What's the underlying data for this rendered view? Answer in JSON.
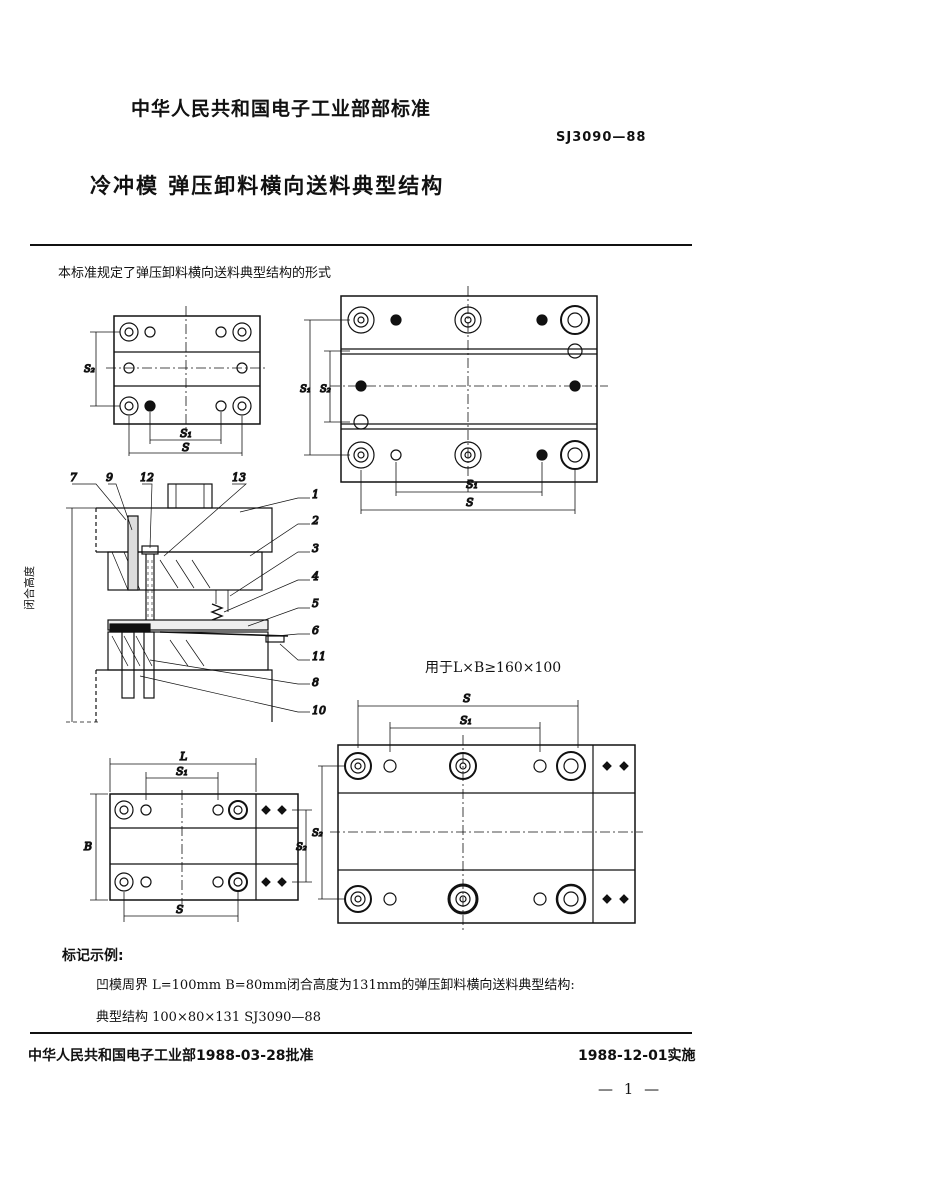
{
  "header": {
    "ministry": "中华人民共和国电子工业部部标准",
    "standard_no": "SJ3090—88",
    "title": "冷冲模   弹压卸料横向送料典型结构"
  },
  "intro": "本标准规定了弹压卸料横向送料典型结构的形式",
  "figure": {
    "part_labels": [
      "7",
      "9",
      "12",
      "13",
      "1",
      "2",
      "3",
      "4",
      "5",
      "6",
      "11",
      "8",
      "10"
    ],
    "side_note": "闭合高度",
    "dim_labels": {
      "S1": "S₁",
      "S": "S",
      "S2": "S₂",
      "L": "L",
      "B": "B"
    },
    "note": "用于L×B≥160×100"
  },
  "example": {
    "heading": "标记示例:",
    "line1": "凹模周界 L=100mm B=80mm闭合高度为131mm的弹压卸料横向送料典型结构:",
    "line2": "典型结构   100×80×131   SJ3090—88"
  },
  "footer": {
    "approved": "中华人民共和国电子工业部1988-03-28批准",
    "effective": "1988-12-01实施",
    "page": "— 1 —"
  }
}
